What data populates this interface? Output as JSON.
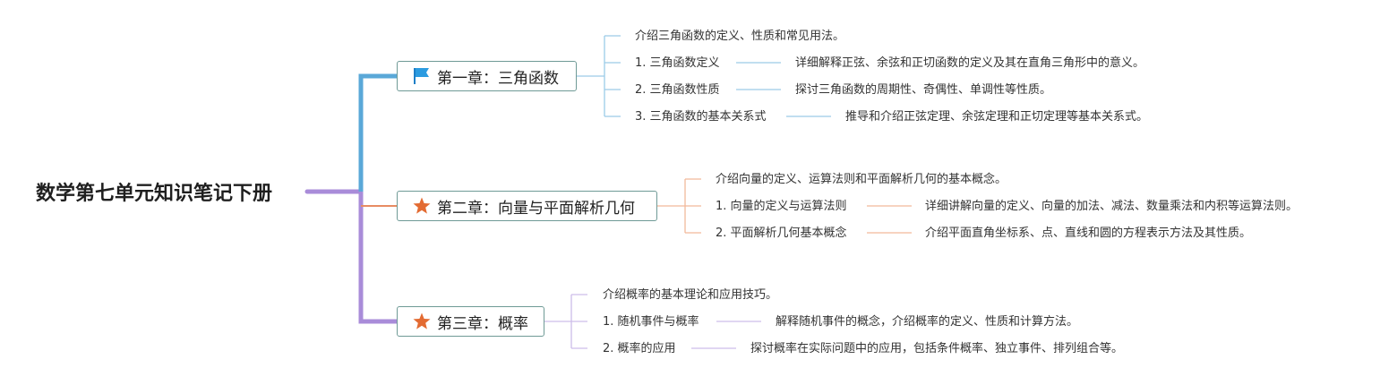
{
  "root": {
    "title": "数学第七单元知识笔记下册"
  },
  "chapters": [
    {
      "title": "第一章：三角函数",
      "icon": "blue-flag-icon",
      "color": "#5aa8d8",
      "intro": "介绍三角函数的定义、性质和常见用法。",
      "topics": [
        {
          "label": "1. 三角函数定义",
          "detail": "详细解释正弦、余弦和正切函数的定义及其在直角三角形中的意义。"
        },
        {
          "label": "2. 三角函数性质",
          "detail": "探讨三角函数的周期性、奇偶性、单调性等性质。"
        },
        {
          "label": "3. 三角函数的基本关系式",
          "detail": "推导和介绍正弦定理、余弦定理和正切定理等基本关系式。"
        }
      ]
    },
    {
      "title": "第二章：向量与平面解析几何",
      "icon": "orange-star-icon",
      "color": "#e88c63",
      "intro": "介绍向量的定义、运算法则和平面解析几何的基本概念。",
      "topics": [
        {
          "label": "1. 向量的定义与运算法则",
          "detail": "详细讲解向量的定义、向量的加法、减法、数量乘法和内积等运算法则。"
        },
        {
          "label": "2. 平面解析几何基本概念",
          "detail": "介绍平面直角坐标系、点、直线和圆的方程表示方法及其性质。"
        }
      ]
    },
    {
      "title": "第三章：概率",
      "icon": "orange-star-icon",
      "color": "#a98cd9",
      "intro": "介绍概率的基本理论和应用技巧。",
      "topics": [
        {
          "label": "1. 随机事件与概率",
          "detail": "解释随机事件的概念，介绍概率的定义、性质和计算方法。"
        },
        {
          "label": "2. 概率的应用",
          "detail": "探讨概率在实际问题中的应用，包括条件概率、独立事件、排列组合等。"
        }
      ]
    }
  ]
}
